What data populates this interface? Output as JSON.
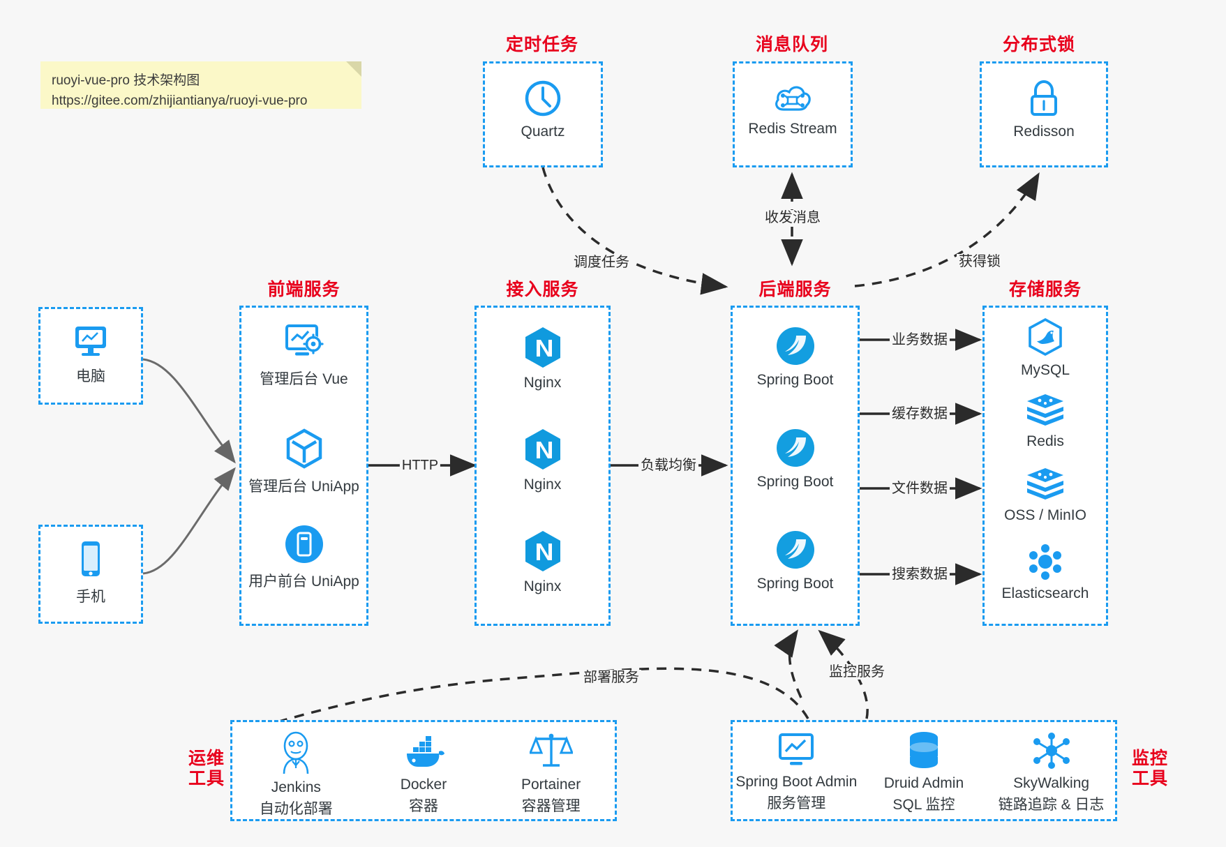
{
  "note": {
    "line1": "ruoyi-vue-pro 技术架构图",
    "line2": "https://gitee.com/zhijiantianya/ruoyi-vue-pro"
  },
  "colors": {
    "group_border": "#1a9bf0",
    "group_title": "#e8001c",
    "icon_blue": "#1a9bf0",
    "edge": "#2b2b2b",
    "page_bg": "#f7f7f7",
    "note_bg": "#fbf8c8"
  },
  "groups": {
    "clients": {
      "computer": {
        "label": "电脑",
        "icon": "desktop-monitor-icon"
      },
      "phone": {
        "label": "手机",
        "icon": "smartphone-icon"
      }
    },
    "scheduler": {
      "title": "定时任务",
      "items": [
        {
          "label": "Quartz",
          "icon": "clock-icon"
        }
      ]
    },
    "mq": {
      "title": "消息队列",
      "items": [
        {
          "label": "Redis Stream",
          "icon": "cloud-stream-icon"
        }
      ]
    },
    "lock": {
      "title": "分布式锁",
      "items": [
        {
          "label": "Redisson",
          "icon": "padlock-icon"
        }
      ]
    },
    "frontend": {
      "title": "前端服务",
      "items": [
        {
          "label": "管理后台 Vue",
          "icon": "dashboard-settings-icon"
        },
        {
          "label": "管理后台 UniApp",
          "icon": "cube-icon"
        },
        {
          "label": "用户前台 UniApp",
          "icon": "mobile-app-icon"
        }
      ]
    },
    "gateway": {
      "title": "接入服务",
      "items": [
        {
          "label": "Nginx",
          "icon": "nginx-icon"
        },
        {
          "label": "Nginx",
          "icon": "nginx-icon"
        },
        {
          "label": "Nginx",
          "icon": "nginx-icon"
        }
      ]
    },
    "backend": {
      "title": "后端服务",
      "items": [
        {
          "label": "Spring Boot",
          "icon": "spring-boot-icon"
        },
        {
          "label": "Spring Boot",
          "icon": "spring-boot-icon"
        },
        {
          "label": "Spring Boot",
          "icon": "spring-boot-icon"
        }
      ]
    },
    "storage": {
      "title": "存储服务",
      "items": [
        {
          "label": "MySQL",
          "icon": "mysql-dolphin-icon"
        },
        {
          "label": "Redis",
          "icon": "redis-stack-icon"
        },
        {
          "label": "OSS / MinIO",
          "icon": "object-storage-icon"
        },
        {
          "label": "Elasticsearch",
          "icon": "elasticsearch-icon"
        }
      ]
    },
    "devops": {
      "title_line1": "运维",
      "title_line2": "工具",
      "items": [
        {
          "label": "Jenkins",
          "sub": "自动化部署",
          "icon": "jenkins-butler-icon"
        },
        {
          "label": "Docker",
          "sub": "容器",
          "icon": "docker-whale-icon"
        },
        {
          "label": "Portainer",
          "sub": "容器管理",
          "icon": "portainer-scale-icon"
        }
      ]
    },
    "monitor": {
      "title_line1": "监控",
      "title_line2": "工具",
      "items": [
        {
          "label": "Spring Boot Admin",
          "sub": "服务管理",
          "icon": "monitor-chart-icon"
        },
        {
          "label": "Druid Admin",
          "sub": "SQL 监控",
          "icon": "database-cylinder-icon"
        },
        {
          "label": "SkyWalking",
          "sub": "链路追踪 & 日志",
          "icon": "skywalking-network-icon"
        }
      ]
    }
  },
  "edges": [
    {
      "name": "http",
      "label": "HTTP"
    },
    {
      "name": "load-balance",
      "label": "负载均衡"
    },
    {
      "name": "schedule-task",
      "label": "调度任务"
    },
    {
      "name": "send-receive-message",
      "label": "收发消息"
    },
    {
      "name": "acquire-lock",
      "label": "获得锁"
    },
    {
      "name": "business-data",
      "label": "业务数据"
    },
    {
      "name": "cache-data",
      "label": "缓存数据"
    },
    {
      "name": "file-data",
      "label": "文件数据"
    },
    {
      "name": "search-data",
      "label": "搜索数据"
    },
    {
      "name": "deploy-service",
      "label": "部署服务"
    },
    {
      "name": "monitor-service",
      "label": "监控服务"
    }
  ]
}
